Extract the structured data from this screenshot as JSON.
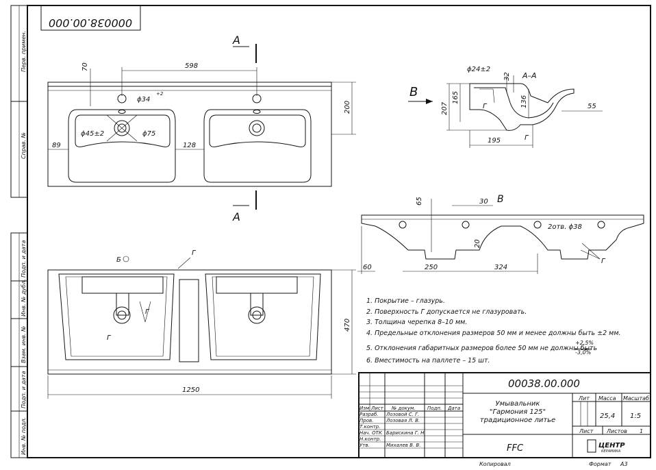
{
  "drawing_code": "000038.00.000",
  "side_labels": [
    "Перв. примен.",
    "Справ. №",
    "Подп. и дата",
    "Инв. № дубл.",
    "Взам. инв. №",
    "Подп. и дата",
    "Инв. № подл."
  ],
  "top_view": {
    "section_mark": "A",
    "dims": {
      "d70": "70",
      "d598": "598",
      "d34": "ϕ34",
      "d34_tol": "+2",
      "d45": "ϕ45±2",
      "d75": "ϕ75",
      "d89": "89",
      "d128": "128",
      "d200": "200"
    }
  },
  "section_view": {
    "title": "A–A",
    "view_mark": "B",
    "dims": {
      "d24": "ϕ24±2",
      "d32": "32",
      "d207": "207",
      "d165": "165",
      "d136": "136",
      "d55": "55",
      "d195": "195"
    },
    "surface": "Г"
  },
  "view_b": {
    "title": "B",
    "dims": {
      "d65": "65",
      "d30": "30",
      "d20": "20",
      "d60": "60",
      "d250": "250",
      "d324": "324",
      "holes": "2отв. ϕ38"
    },
    "surface": "Г"
  },
  "front_view": {
    "mark_b": "Б",
    "surface": "Г",
    "dims": {
      "d1250": "1250",
      "d470": "470"
    }
  },
  "notes": [
    "1. Покрытие – глазурь.",
    "2. Поверхность Г допускается не глазуровать.",
    "3. Толщина черепка 8–10 мм.",
    "4. Предельные отклонения размеров 50 мм и менее должны быть ±2 мм.",
    "5. Отклонения габаритных размеров более 50 мм не должны быть",
    "6. Вместимость на паллете – 15 шт."
  ],
  "note5_tol": {
    "plus": "+2,5%",
    "minus": "-3,0%"
  },
  "title_block": {
    "code": "00038.00.000",
    "headers": [
      "Изм",
      "Лист",
      "№ докум.",
      "Подп.",
      "Дата"
    ],
    "roles": [
      {
        "role": "Разраб.",
        "name": "Лозовой С. Г."
      },
      {
        "role": "Пров.",
        "name": "Лозовая Л. В."
      },
      {
        "role": "Т.контр.",
        "name": ""
      },
      {
        "role": "Нач. ОТК",
        "name": "Барискина Г. Н."
      },
      {
        "role": "Н.контр.",
        "name": ""
      },
      {
        "role": "Утв.",
        "name": "Михалев В. В."
      }
    ],
    "product_name": [
      "Умывальник",
      "\"Гармония 125\"",
      "традиционное литье"
    ],
    "lit": "Лит",
    "mass_label": "Масса",
    "scale_label": "Масштаб",
    "mass": "25,4",
    "scale": "1:5",
    "sheet_label": "Лист",
    "sheets_label": "Листов",
    "sheets": "1",
    "material": "FFC",
    "logo": "ЦЕНТР",
    "logo_sub": "КЕРАМИКА"
  },
  "footer": {
    "copied": "Копировал",
    "format_label": "Формат",
    "format": "А3"
  }
}
